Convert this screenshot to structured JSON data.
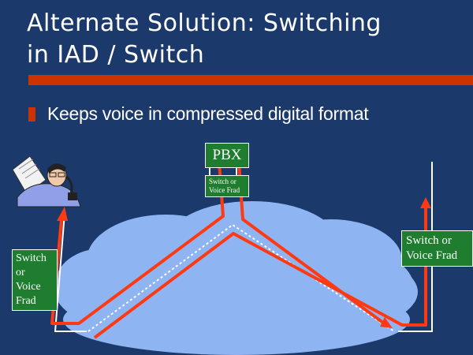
{
  "slide": {
    "title_line1": "Alternate Solution: Switching",
    "title_line2": "in IAD / Switch",
    "bullet": "Keeps voice in compressed digital format"
  },
  "diagram": {
    "pbx_label": "PBX",
    "center_switch": {
      "line1": "Switch or",
      "line2": "Voice Frad"
    },
    "left_switch": {
      "line1": "Switch",
      "line2": "or",
      "line3": "Voice",
      "line4": "Frad"
    },
    "right_switch": {
      "line1": "Switch or",
      "line2": "Voice Frad"
    }
  },
  "colors": {
    "background": "#1b3a6b",
    "accent_rule": "#cc3300",
    "cloud": "#8fb4f2",
    "switch_box": "#1e7d2e",
    "path": "#ff3a12"
  },
  "icons": {
    "person": "person-with-phone-icon"
  }
}
